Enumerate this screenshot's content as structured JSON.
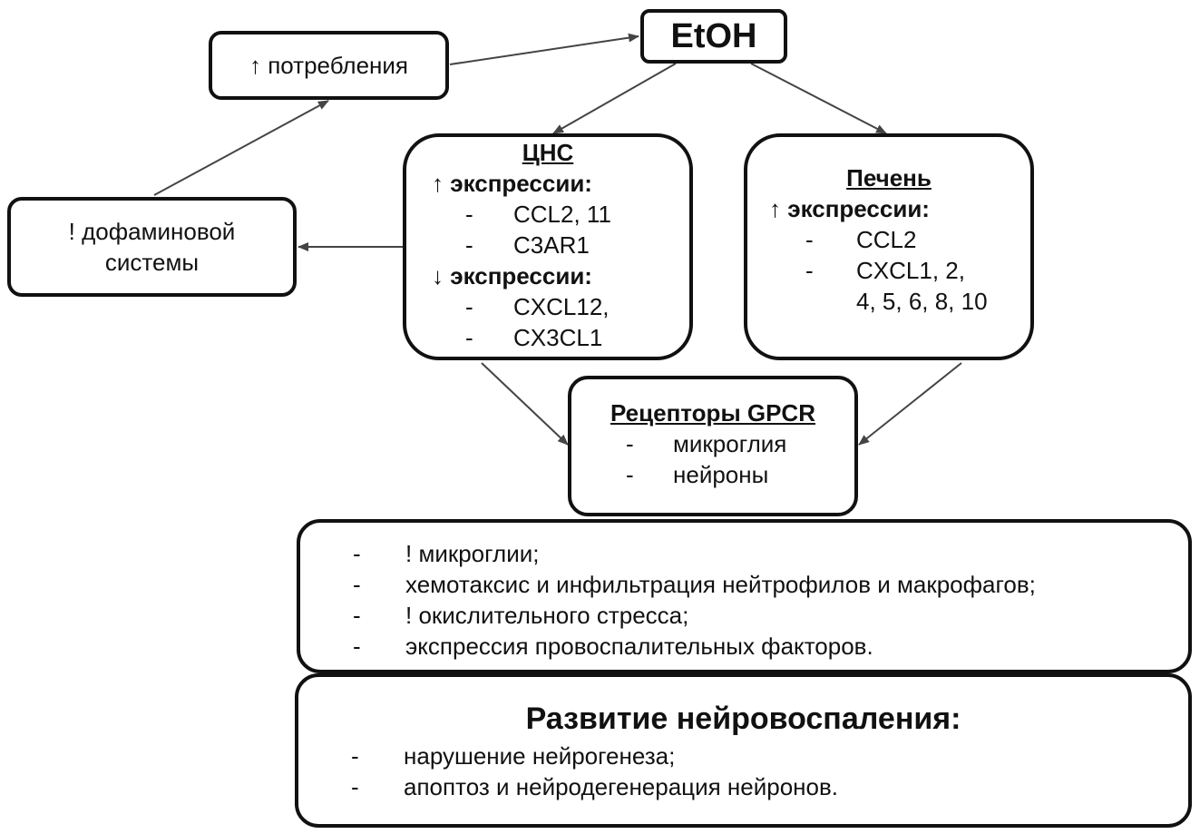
{
  "etoh": {
    "label": "EtOH"
  },
  "intake": {
    "label": "↑ потребления"
  },
  "dopamine": {
    "lines": [
      "! дофаминовой",
      "системы"
    ]
  },
  "cns": {
    "title": "ЦНС",
    "up_label": "↑ экспрессии:",
    "up_items": [
      "CCL2, 11",
      "C3AR1"
    ],
    "down_label": "↓ экспрессии:",
    "down_items": [
      "CXCL12,",
      "CX3CL1"
    ]
  },
  "liver": {
    "title": "Печень",
    "up_label": "↑ экспрессии:",
    "items": [
      "CCL2",
      "CXCL1, 2,",
      "4, 5, 6, 8, 10"
    ]
  },
  "gpcr": {
    "title": "Рецепторы GPCR",
    "items": [
      "микроглия",
      "нейроны"
    ]
  },
  "effects": {
    "items": [
      "! микроглии;",
      "хемотаксис и инфильтрация нейтрофилов и макрофагов;",
      "! окислительного стресса;",
      "экспрессия провоспалительных факторов."
    ]
  },
  "result": {
    "title": "Развитие нейровоспаления:",
    "items": [
      "нарушение нейрогенеза;",
      "апоптоз и нейродегенерация нейронов."
    ]
  },
  "dash": "-",
  "colors": {
    "stroke": "#111111",
    "arrow": "#444444"
  }
}
